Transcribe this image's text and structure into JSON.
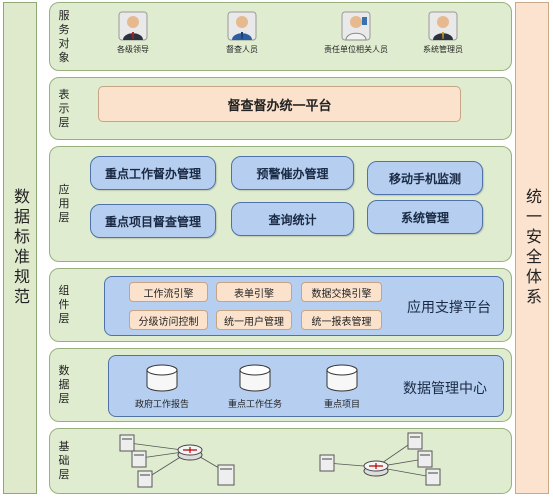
{
  "left_pillar": "数据标准规范",
  "right_pillar": "统一安全体系",
  "layers": {
    "service": {
      "label": "服务对象",
      "people": [
        "各级领导",
        "督查人员",
        "责任单位相关人员",
        "系统管理员"
      ]
    },
    "presentation": {
      "label": "表示层",
      "platform": "督查督办统一平台"
    },
    "application": {
      "label": "应用层",
      "modules": [
        "重点工作督办管理",
        "预警催办管理",
        "移动手机监测",
        "重点项目督查管理",
        "查询统计",
        "系统管理"
      ]
    },
    "component": {
      "label": "组件层",
      "platform": "应用支撑平台",
      "items": [
        "工作流引擎",
        "表单引擎",
        "数据交换引擎",
        "分级访问控制",
        "统一用户管理",
        "统一报表管理"
      ]
    },
    "data": {
      "label": "数据层",
      "center": "数据管理中心",
      "databases": [
        "政府工作报告",
        "重点工作任务",
        "重点项目"
      ]
    },
    "base": {
      "label": "基础层"
    }
  },
  "colors": {
    "layer_bg": "#e0ecd0",
    "module_blue": "#b6cff0",
    "peach": "#fbe2cd"
  }
}
